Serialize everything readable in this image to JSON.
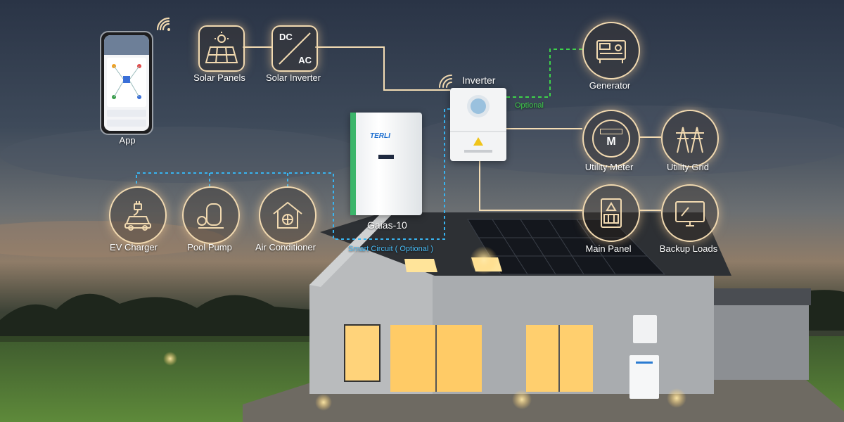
{
  "nodes": {
    "solar_panels": "Solar Panels",
    "dc_label": "DC",
    "ac_label": "AC",
    "solar_inverter": "Solar Inverter",
    "app": "App",
    "inverter": "Inverter",
    "optional": "Optional",
    "generator": "Generator",
    "utility_meter": "Utility Meter",
    "meter_letter": "M",
    "utility_grid": "Utility Grid",
    "battery": "Gaias-10",
    "battery_brand": "TERLI",
    "smart_circuit": "Smart Circuit ( Optional )",
    "ev_charger": "EV Charger",
    "pool_pump": "Pool Pump",
    "air_conditioner": "Air Conditioner",
    "main_panel": "Main Panel",
    "backup_loads": "Backup Loads"
  },
  "colors": {
    "line_solid": "#f3dcb4",
    "line_green": "#3dd24a",
    "line_blue": "#38b4f0",
    "optional_text": "#3fcf4a",
    "smart_circuit_text": "#48b8f0"
  }
}
